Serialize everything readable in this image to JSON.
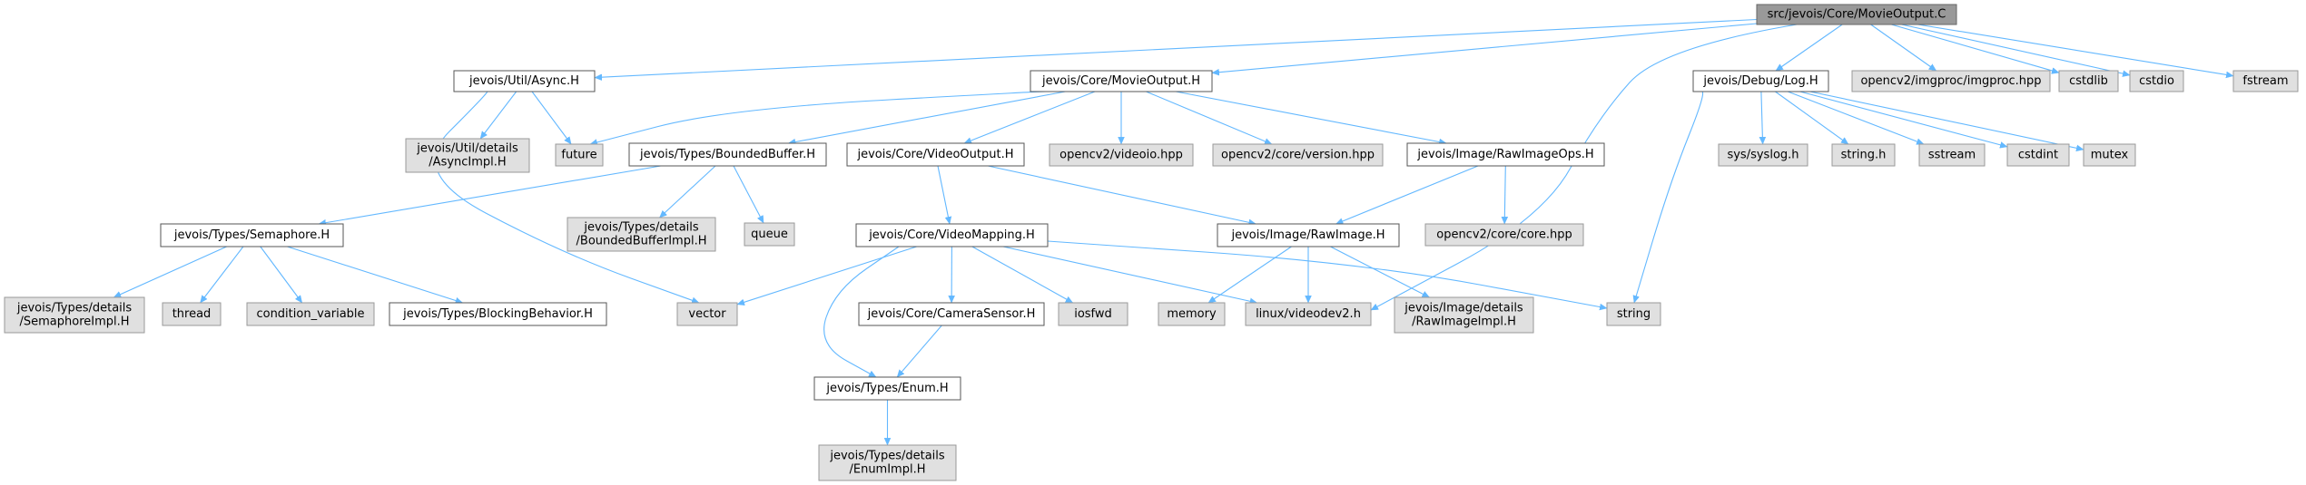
{
  "colors": {
    "root_fill": "#999999",
    "root_stroke": "#666666",
    "internal_fill": "#ffffff",
    "internal_stroke": "#555555",
    "external_fill": "#e0e0e0",
    "external_stroke": "#999999",
    "edge": "#63b8ff"
  },
  "nodes": {
    "movieoutput_c": {
      "lines": [
        "src/jevois/Core/MovieOutput.C"
      ],
      "kind": "root"
    },
    "util_async_h": {
      "lines": [
        "jevois/Util/Async.H"
      ],
      "kind": "internal"
    },
    "core_movieoutput_h": {
      "lines": [
        "jevois/Core/MovieOutput.H"
      ],
      "kind": "internal"
    },
    "debug_log_h": {
      "lines": [
        "jevois/Debug/Log.H"
      ],
      "kind": "internal"
    },
    "opencv_imgproc": {
      "lines": [
        "opencv2/imgproc/imgproc.hpp"
      ],
      "kind": "external"
    },
    "cstdlib": {
      "lines": [
        "cstdlib"
      ],
      "kind": "external"
    },
    "cstdio": {
      "lines": [
        "cstdio"
      ],
      "kind": "external"
    },
    "fstream": {
      "lines": [
        "fstream"
      ],
      "kind": "external"
    },
    "asyncimpl_h": {
      "lines": [
        "jevois/Util/details",
        "/AsyncImpl.H"
      ],
      "kind": "external"
    },
    "future": {
      "lines": [
        "future"
      ],
      "kind": "external"
    },
    "boundedbuffer_h": {
      "lines": [
        "jevois/Types/BoundedBuffer.H"
      ],
      "kind": "internal"
    },
    "videooutput_h": {
      "lines": [
        "jevois/Core/VideoOutput.H"
      ],
      "kind": "internal"
    },
    "opencv_videoio": {
      "lines": [
        "opencv2/videoio.hpp"
      ],
      "kind": "external"
    },
    "opencv_version": {
      "lines": [
        "opencv2/core/version.hpp"
      ],
      "kind": "external"
    },
    "rawimageops_h": {
      "lines": [
        "jevois/Image/RawImageOps.H"
      ],
      "kind": "internal"
    },
    "syslog_h": {
      "lines": [
        "sys/syslog.h"
      ],
      "kind": "external"
    },
    "string_h": {
      "lines": [
        "string.h"
      ],
      "kind": "external"
    },
    "sstream": {
      "lines": [
        "sstream"
      ],
      "kind": "external"
    },
    "cstdint": {
      "lines": [
        "cstdint"
      ],
      "kind": "external"
    },
    "mutex": {
      "lines": [
        "mutex"
      ],
      "kind": "external"
    },
    "semaphore_h": {
      "lines": [
        "jevois/Types/Semaphore.H"
      ],
      "kind": "internal"
    },
    "boundedbufferimpl_h": {
      "lines": [
        "jevois/Types/details",
        "/BoundedBufferImpl.H"
      ],
      "kind": "external"
    },
    "queue": {
      "lines": [
        "queue"
      ],
      "kind": "external"
    },
    "videomapping_h": {
      "lines": [
        "jevois/Core/VideoMapping.H"
      ],
      "kind": "internal"
    },
    "rawimage_h": {
      "lines": [
        "jevois/Image/RawImage.H"
      ],
      "kind": "internal"
    },
    "opencv_core": {
      "lines": [
        "opencv2/core/core.hpp"
      ],
      "kind": "external"
    },
    "semaphoreimpl_h": {
      "lines": [
        "jevois/Types/details",
        "/SemaphoreImpl.H"
      ],
      "kind": "external"
    },
    "thread": {
      "lines": [
        "thread"
      ],
      "kind": "external"
    },
    "condition_variable": {
      "lines": [
        "condition_variable"
      ],
      "kind": "external"
    },
    "blockingbehavior_h": {
      "lines": [
        "jevois/Types/BlockingBehavior.H"
      ],
      "kind": "internal"
    },
    "vector": {
      "lines": [
        "vector"
      ],
      "kind": "external"
    },
    "camerasensor_h": {
      "lines": [
        "jevois/Core/CameraSensor.H"
      ],
      "kind": "internal"
    },
    "iosfwd": {
      "lines": [
        "iosfwd"
      ],
      "kind": "external"
    },
    "memory": {
      "lines": [
        "memory"
      ],
      "kind": "external"
    },
    "linux_videodev2": {
      "lines": [
        "linux/videodev2.h"
      ],
      "kind": "external"
    },
    "rawimageimpl_h": {
      "lines": [
        "jevois/Image/details",
        "/RawImageImpl.H"
      ],
      "kind": "external"
    },
    "string": {
      "lines": [
        "string"
      ],
      "kind": "external"
    },
    "enum_h": {
      "lines": [
        "jevois/Types/Enum.H"
      ],
      "kind": "internal"
    },
    "enumimpl_h": {
      "lines": [
        "jevois/Types/details",
        "/EnumImpl.H"
      ],
      "kind": "external"
    }
  },
  "edges": [
    [
      "movieoutput_c",
      "util_async_h"
    ],
    [
      "movieoutput_c",
      "core_movieoutput_h"
    ],
    [
      "movieoutput_c",
      "linux_videodev2"
    ],
    [
      "movieoutput_c",
      "debug_log_h"
    ],
    [
      "movieoutput_c",
      "opencv_imgproc"
    ],
    [
      "movieoutput_c",
      "cstdlib"
    ],
    [
      "movieoutput_c",
      "cstdio"
    ],
    [
      "movieoutput_c",
      "fstream"
    ],
    [
      "util_async_h",
      "asyncimpl_h"
    ],
    [
      "util_async_h",
      "future"
    ],
    [
      "util_async_h",
      "vector"
    ],
    [
      "core_movieoutput_h",
      "future"
    ],
    [
      "core_movieoutput_h",
      "boundedbuffer_h"
    ],
    [
      "core_movieoutput_h",
      "videooutput_h"
    ],
    [
      "core_movieoutput_h",
      "opencv_videoio"
    ],
    [
      "core_movieoutput_h",
      "opencv_version"
    ],
    [
      "core_movieoutput_h",
      "rawimageops_h"
    ],
    [
      "debug_log_h",
      "syslog_h"
    ],
    [
      "debug_log_h",
      "string_h"
    ],
    [
      "debug_log_h",
      "sstream"
    ],
    [
      "debug_log_h",
      "cstdint"
    ],
    [
      "debug_log_h",
      "mutex"
    ],
    [
      "debug_log_h",
      "string"
    ],
    [
      "boundedbuffer_h",
      "semaphore_h"
    ],
    [
      "boundedbuffer_h",
      "boundedbufferimpl_h"
    ],
    [
      "boundedbuffer_h",
      "queue"
    ],
    [
      "videooutput_h",
      "videomapping_h"
    ],
    [
      "videooutput_h",
      "rawimage_h"
    ],
    [
      "rawimageops_h",
      "rawimage_h"
    ],
    [
      "rawimageops_h",
      "opencv_core"
    ],
    [
      "semaphore_h",
      "semaphoreimpl_h"
    ],
    [
      "semaphore_h",
      "thread"
    ],
    [
      "semaphore_h",
      "condition_variable"
    ],
    [
      "semaphore_h",
      "blockingbehavior_h"
    ],
    [
      "videomapping_h",
      "vector"
    ],
    [
      "videomapping_h",
      "enum_h"
    ],
    [
      "videomapping_h",
      "camerasensor_h"
    ],
    [
      "videomapping_h",
      "iosfwd"
    ],
    [
      "videomapping_h",
      "linux_videodev2"
    ],
    [
      "videomapping_h",
      "string"
    ],
    [
      "rawimage_h",
      "memory"
    ],
    [
      "rawimage_h",
      "linux_videodev2"
    ],
    [
      "rawimage_h",
      "rawimageimpl_h"
    ],
    [
      "camerasensor_h",
      "enum_h"
    ],
    [
      "enum_h",
      "enumimpl_h"
    ]
  ]
}
